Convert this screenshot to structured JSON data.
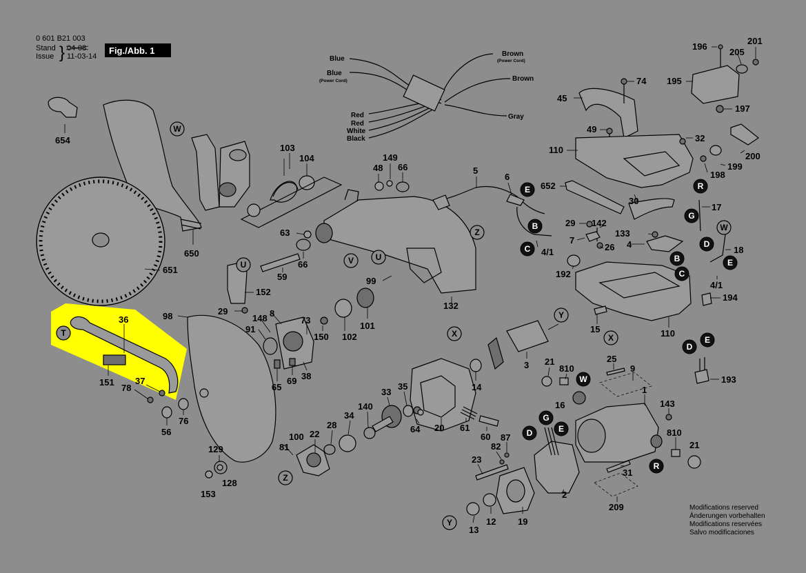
{
  "header": {
    "part_number": "0 601 B21 003",
    "stand_label": "Stand",
    "issue_label": "Issue",
    "stand_value": "04-08",
    "issue_value": "11-03-14",
    "figure_label": "Fig./Abb. 1"
  },
  "wire_labels": {
    "blue": "Blue",
    "blue_power": "Blue",
    "blue_power_sub": "(Power Cord)",
    "brown_power": "Brown",
    "brown_power_sub": "(Power Cord)",
    "brown": "Brown",
    "gray": "Gray",
    "red1": "Red",
    "red2": "Red",
    "white": "White",
    "black": "Black"
  },
  "parts": {
    "p654": "654",
    "p650": "650",
    "p651": "651",
    "p103": "103",
    "p104": "104",
    "p48": "48",
    "p149": "149",
    "p66a": "66",
    "p5": "5",
    "p6": "6",
    "p63": "63",
    "p66b": "66",
    "p59": "59",
    "p152": "152",
    "p29a": "29",
    "p99": "99",
    "p132": "132",
    "p98": "98",
    "p36": "36",
    "p151": "151",
    "p37": "37",
    "p78": "78",
    "p56": "56",
    "p76": "76",
    "p148": "148",
    "p8": "8",
    "p91": "91",
    "p73": "73",
    "p150": "150",
    "p102": "102",
    "p101": "101",
    "p65": "65",
    "p69": "69",
    "p38": "38",
    "p129": "129",
    "p128": "128",
    "p153": "153",
    "p100": "100",
    "p81": "81",
    "p22": "22",
    "p28": "28",
    "p34": "34",
    "p140": "140",
    "p33": "33",
    "p35": "35",
    "p64": "64",
    "p20": "20",
    "p61": "61",
    "p60": "60",
    "p14": "14",
    "p3": "3",
    "p21a": "21",
    "p810a": "810",
    "p16": "16",
    "p25": "25",
    "p9": "9",
    "p1": "1",
    "p143": "143",
    "p810b": "810",
    "p21b": "21",
    "p87": "87",
    "p82": "82",
    "p23": "23",
    "p31": "31",
    "p2": "2",
    "p209": "209",
    "p13": "13",
    "p12": "12",
    "p19": "19",
    "p45": "45",
    "p74": "74",
    "p49": "49",
    "p110a": "110",
    "p196": "196",
    "p205": "205",
    "p201": "201",
    "p195": "195",
    "p197": "197",
    "p32": "32",
    "p200": "200",
    "p199": "199",
    "p198": "198",
    "p652": "652",
    "p30": "30",
    "p17": "17",
    "p29b": "29",
    "p142": "142",
    "p133": "133",
    "p7": "7",
    "p26": "26",
    "p4a": "4",
    "p41a": "4/1",
    "p18": "18",
    "p192": "192",
    "p41b": "4/1",
    "p194": "194",
    "p15": "15",
    "p110b": "110",
    "p193": "193"
  },
  "callouts": {
    "W1": "W",
    "Z1": "Z",
    "V": "V",
    "U1": "U",
    "U2": "U",
    "T": "T",
    "X1": "X",
    "Y1": "Y",
    "X2": "X",
    "Z2": "Z",
    "Y2": "Y",
    "W2": "W",
    "G1": "G",
    "E1": "E",
    "D1": "D",
    "R1": "R",
    "E2": "E",
    "B1": "B",
    "C1": "C",
    "R2": "R",
    "G2": "G",
    "W3": "W",
    "D2": "D",
    "B2": "B",
    "C2": "C",
    "E3": "E",
    "D3": "D",
    "E4": "E"
  },
  "modifications": {
    "en": "Modifications reserved",
    "de": "Änderungen vorbehalten",
    "fr": "Modifications reservées",
    "es": "Salvo modificaciones"
  },
  "colors": {
    "background": "#8d8d8d",
    "highlight": "#ffff00",
    "ink": "#000000"
  }
}
